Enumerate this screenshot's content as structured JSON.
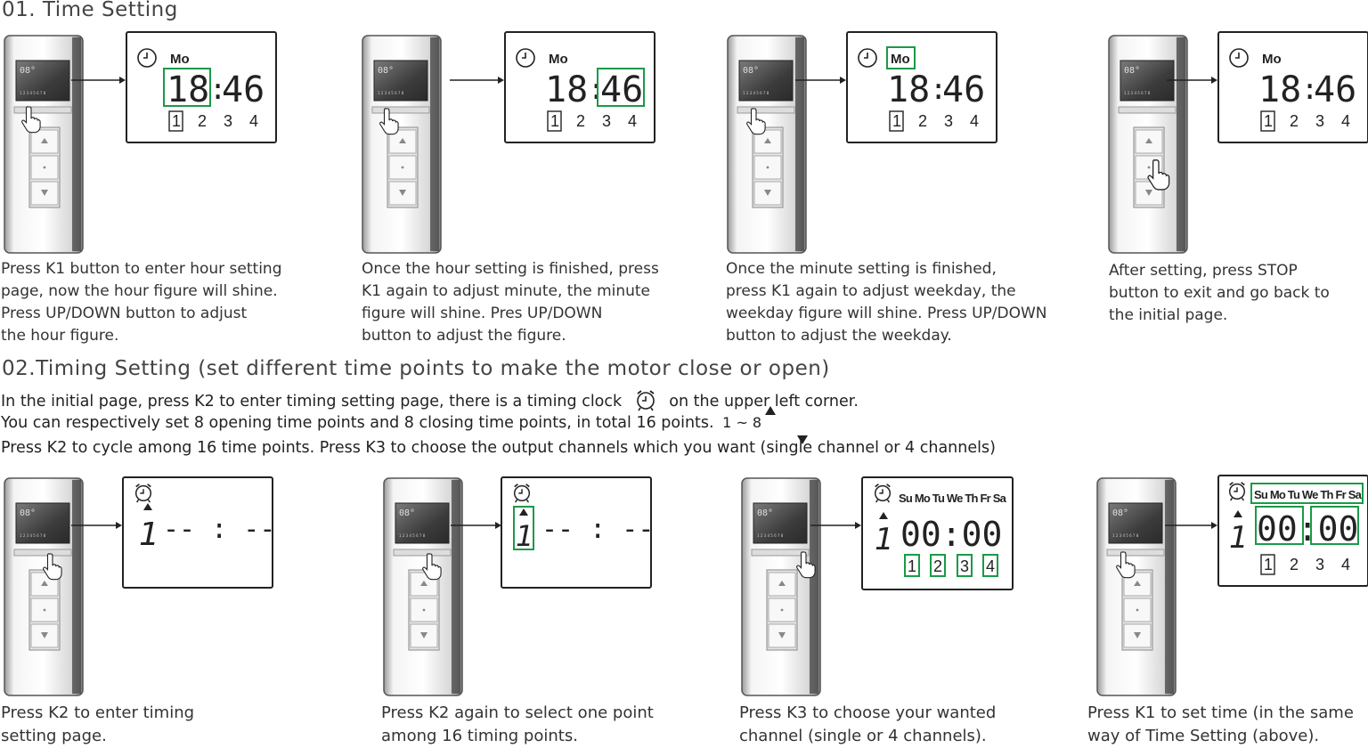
{
  "section1": {
    "title": "01. Time Setting",
    "steps": [
      {
        "caption": "Press K1 button to enter hour setting\npage, now the hour figure will shine.\nPress UP/DOWN button to adjust\nthe hour figure.",
        "day": "Mo",
        "hour": "18",
        "minute": "46",
        "channels": [
          "1",
          "2",
          "3",
          "4"
        ]
      },
      {
        "caption": "Once the hour setting is finished, press\nK1 again to adjust minute, the minute\nfigure will shine. Pres UP/DOWN\nbutton to adjust the figure.",
        "day": "Mo",
        "hour": "18",
        "minute": "46",
        "channels": [
          "1",
          "2",
          "3",
          "4"
        ]
      },
      {
        "caption": "Once the minute setting is finished,\npress K1 again to adjust weekday, the\nweekday figure will shine. Press UP/DOWN\nbutton to adjust the weekday.",
        "day": "Mo",
        "hour": "18",
        "minute": "46",
        "channels": [
          "1",
          "2",
          "3",
          "4"
        ]
      },
      {
        "caption": "After setting, press STOP\nbutton to exit and go back to\nthe initial page.",
        "day": "Mo",
        "hour": "18",
        "minute": "46",
        "channels": [
          "1",
          "2",
          "3",
          "4"
        ]
      }
    ]
  },
  "section2": {
    "title": "02.Timing Setting  (set different time points to make the motor close or open)",
    "intro1_a": "In the initial page, press K2 to enter timing setting page, there is a timing clock",
    "intro1_b": "on the upper left corner.",
    "intro2": "You can respectively set 8 opening time points and 8 closing time points, in total 16 points.",
    "intro2_range": "1 ~ 8",
    "intro3": "Press K2 to cycle among 16 time points. Press K3 to choose the output channels which you want (single channel or 4 channels)",
    "steps": [
      {
        "caption": "Press K2 to enter timing\nsetting page.",
        "point": "1",
        "time": "-- : --"
      },
      {
        "caption": "Press K2 again to select one point\namong 16 timing points.",
        "point": "1",
        "time": "-- : --"
      },
      {
        "caption": "Press K3 to choose your wanted\nchannel (single or 4 channels).",
        "point": "1",
        "time": "00:00",
        "days": "Su Mo Tu We Th Fr Sa",
        "channels": [
          "1",
          "2",
          "3",
          "4"
        ]
      },
      {
        "caption": "Press K1 to set time (in the same\nway of Time Setting (above).",
        "point": "1",
        "time": "00:00",
        "days": "Su Mo Tu We Th Fr Sa",
        "channels": [
          "1",
          "2",
          "3",
          "4"
        ]
      }
    ]
  },
  "remote": {
    "lcd_text": "08°"
  },
  "colors": {
    "highlight": "#1a9a48",
    "border": "#222222",
    "text": "#333333"
  }
}
